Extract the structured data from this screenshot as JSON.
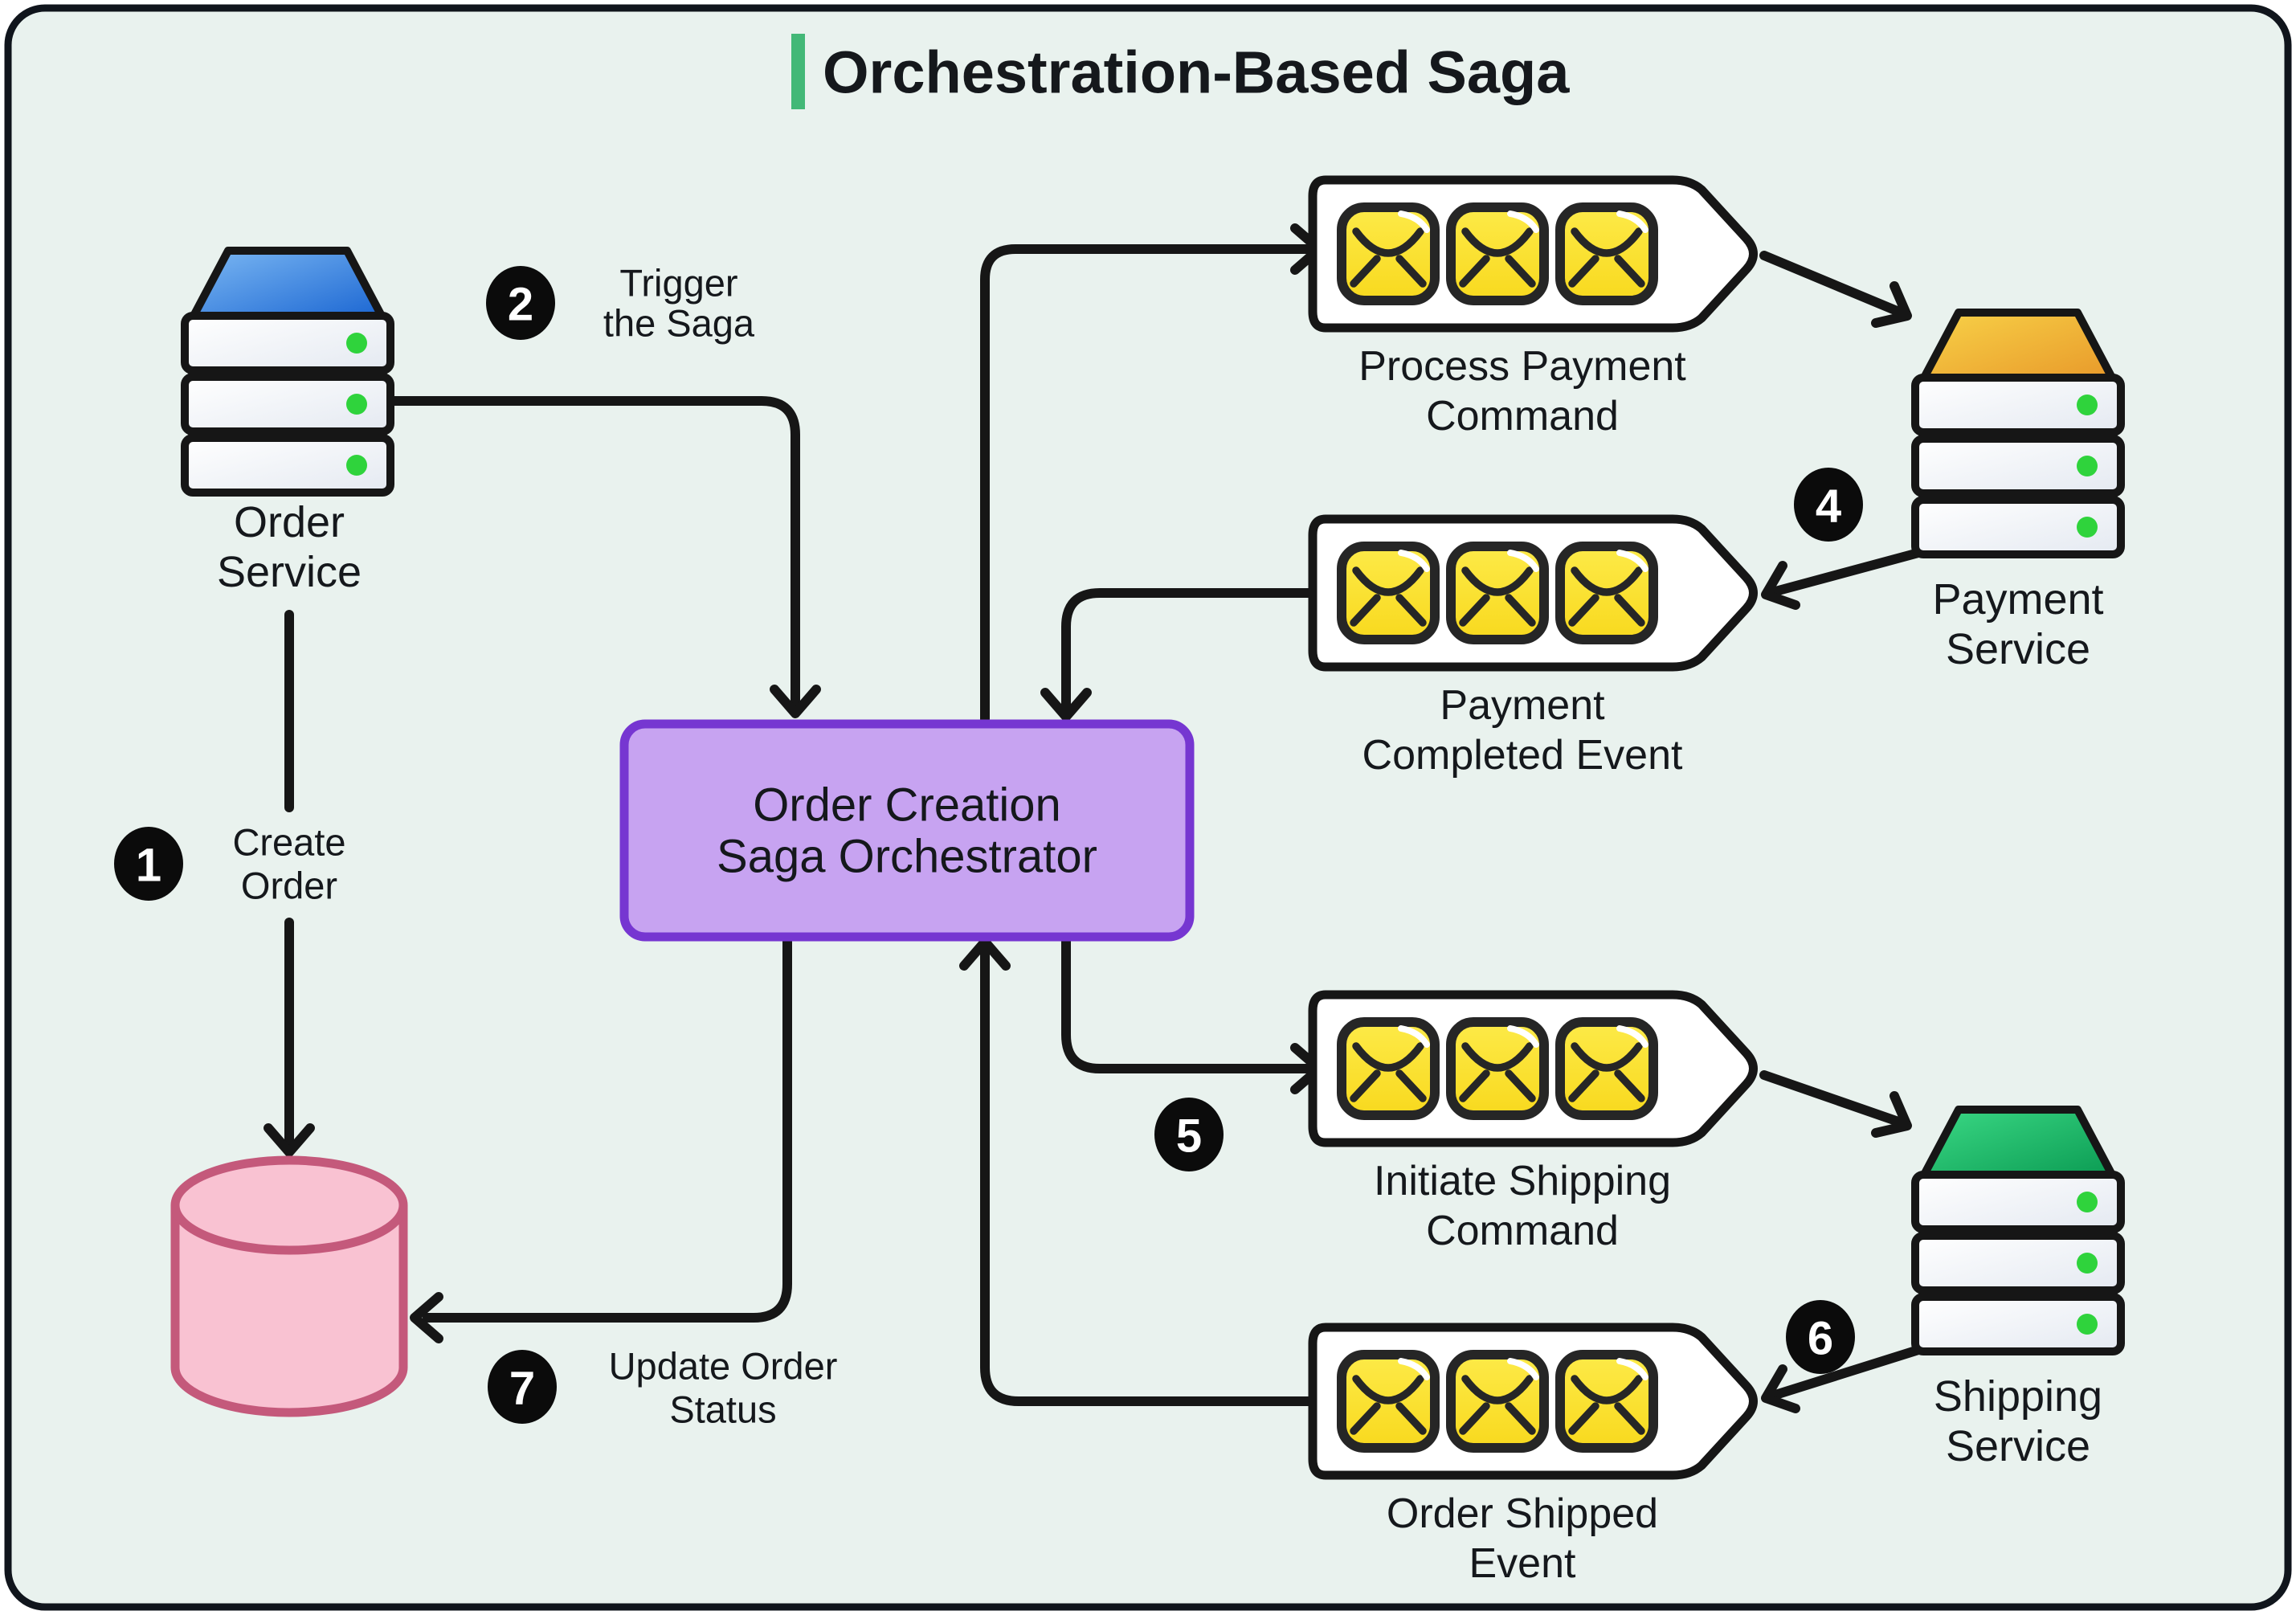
{
  "title": "Orchestration-Based Saga",
  "palette": {
    "background": "#e9f2ee",
    "canvas_border": "#10151c",
    "accent_green": "#43b877",
    "line_black": "#161616",
    "orchestrator_fill": "#c7a3f1",
    "orchestrator_border": "#7636d1",
    "database_fill": "#f9c2d2",
    "database_border": "#c4597b",
    "envelope_yellow": "#fbe233",
    "queue_fill": "#ffffff",
    "server_top_blue": "#2f7fe0",
    "server_top_orange": "#f0a52f",
    "server_top_green": "#16b364",
    "led_green": "#2fd33c",
    "badge_black": "#0b0b0b"
  },
  "nodes": {
    "order_service": {
      "name_line1": "Order",
      "name_line2": "Service"
    },
    "payment_service": {
      "name_line1": "Payment",
      "name_line2": "Service"
    },
    "shipping_service": {
      "name_line1": "Shipping",
      "name_line2": "Service"
    },
    "orchestrator": {
      "name_line1": "Order Creation",
      "name_line2": "Saga Orchestrator"
    }
  },
  "queues": {
    "process_payment": {
      "label_line1": "Process Payment",
      "label_line2": "Command"
    },
    "payment_completed": {
      "label_line1": "Payment",
      "label_line2": "Completed Event"
    },
    "initiate_shipping": {
      "label_line1": "Initiate Shipping",
      "label_line2": "Command"
    },
    "order_shipped": {
      "label_line1": "Order Shipped",
      "label_line2": "Event"
    }
  },
  "steps": {
    "step1": {
      "number": "1",
      "label_line1": "Create",
      "label_line2": "Order"
    },
    "step2": {
      "number": "2",
      "label_line1": "Trigger",
      "label_line2": "the Saga"
    },
    "step4": {
      "number": "4"
    },
    "step5": {
      "number": "5"
    },
    "step6": {
      "number": "6"
    },
    "step7": {
      "number": "7",
      "label_line1": "Update Order",
      "label_line2": "Status"
    }
  }
}
